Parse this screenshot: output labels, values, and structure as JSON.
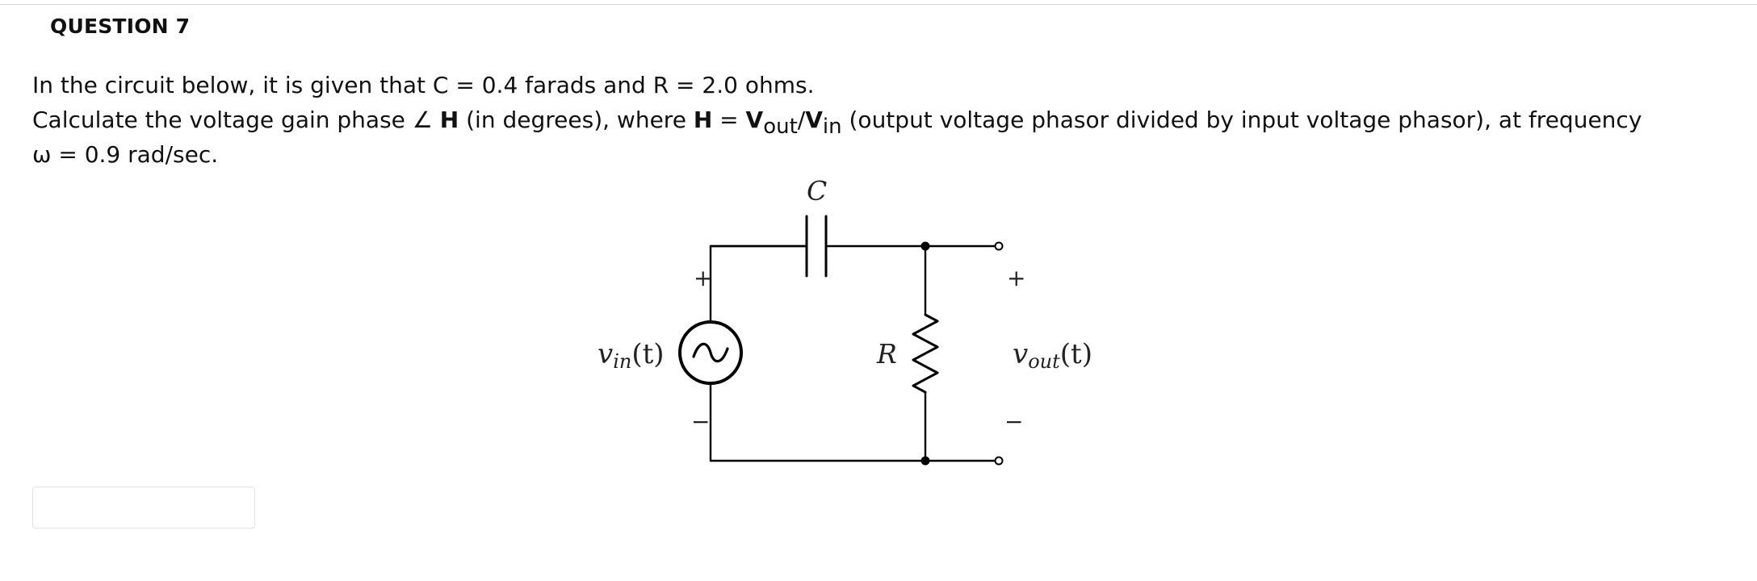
{
  "question": {
    "title": "QUESTION 7",
    "line1": "In the circuit below, it is given that C = 0.4 farads and R = 2.0 ohms.",
    "line2_prefix": "Calculate the voltage gain phase ∠ ",
    "line2_h": "H",
    "line2_mid": " (in degrees), where ",
    "line2_h2": "H",
    "line2_eq": " = ",
    "line2_vout": "V",
    "line2_vout_sub": "out",
    "line2_slash": "/",
    "line2_vin": "V",
    "line2_vin_sub": "in",
    "line2_suffix": " (output voltage phasor divided by input voltage phasor), at frequency ω = 0.9 rad/sec."
  },
  "circuit": {
    "capacitor_label": "C",
    "resistor_label": "R",
    "vin_main": "v",
    "vin_sub": "in",
    "vin_arg": "(t)",
    "vout_main": "v",
    "vout_sub": "out",
    "vout_arg": "(t)",
    "plus": "+",
    "minus": "−"
  },
  "answer": {
    "value": "",
    "placeholder": ""
  }
}
